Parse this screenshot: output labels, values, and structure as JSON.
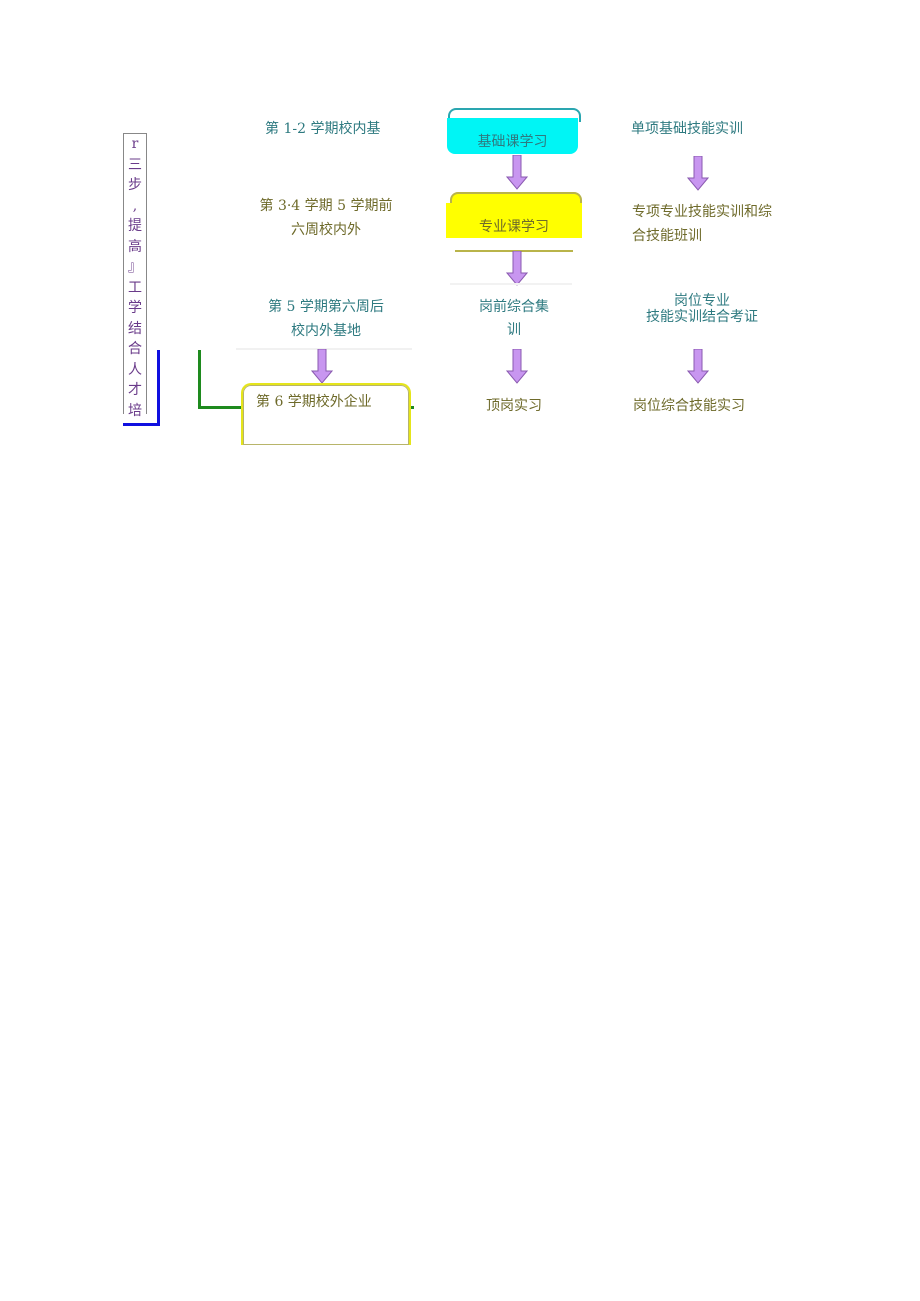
{
  "diagram": {
    "side_label": {
      "chars": [
        "r",
        "三",
        "步",
        ",",
        "提",
        "高",
        "』",
        "工",
        "学",
        "结",
        "合",
        "人",
        "才",
        "培"
      ]
    },
    "stages": [
      {
        "period": "第 1-2 学期校内基",
        "course": "基础课学习",
        "training": "单项基础技能实训"
      },
      {
        "period_line1": "第 3·4 学期 5 学期前",
        "period_line2": "六周校内外",
        "course": "专业课学习",
        "training_line1": "专项专业技能实训和综",
        "training_line2": "合技能班训"
      },
      {
        "period_line1": "第 5 学期第六周后",
        "period_line2": "校内外基地",
        "course_line1": "岗前综合集",
        "course_line2": "训",
        "training_line1": "岗位专业",
        "training_line2": "技能实训结合考证"
      },
      {
        "period": "第 6 学期校外企业",
        "course": "顶岗实习",
        "training": "岗位综合技能实习"
      }
    ],
    "colors": {
      "cyan_box": "#00f5f5",
      "yellow_box": "#ffff00",
      "arrow_fill": "#c896f0",
      "arrow_stroke": "#8a5ab0",
      "teal_text": "#2e7a80",
      "olive_text": "#6e6a2a",
      "purple_text": "#6a3b8a",
      "blue_line": "#1010e0",
      "green_line": "#1e8a1e"
    }
  }
}
